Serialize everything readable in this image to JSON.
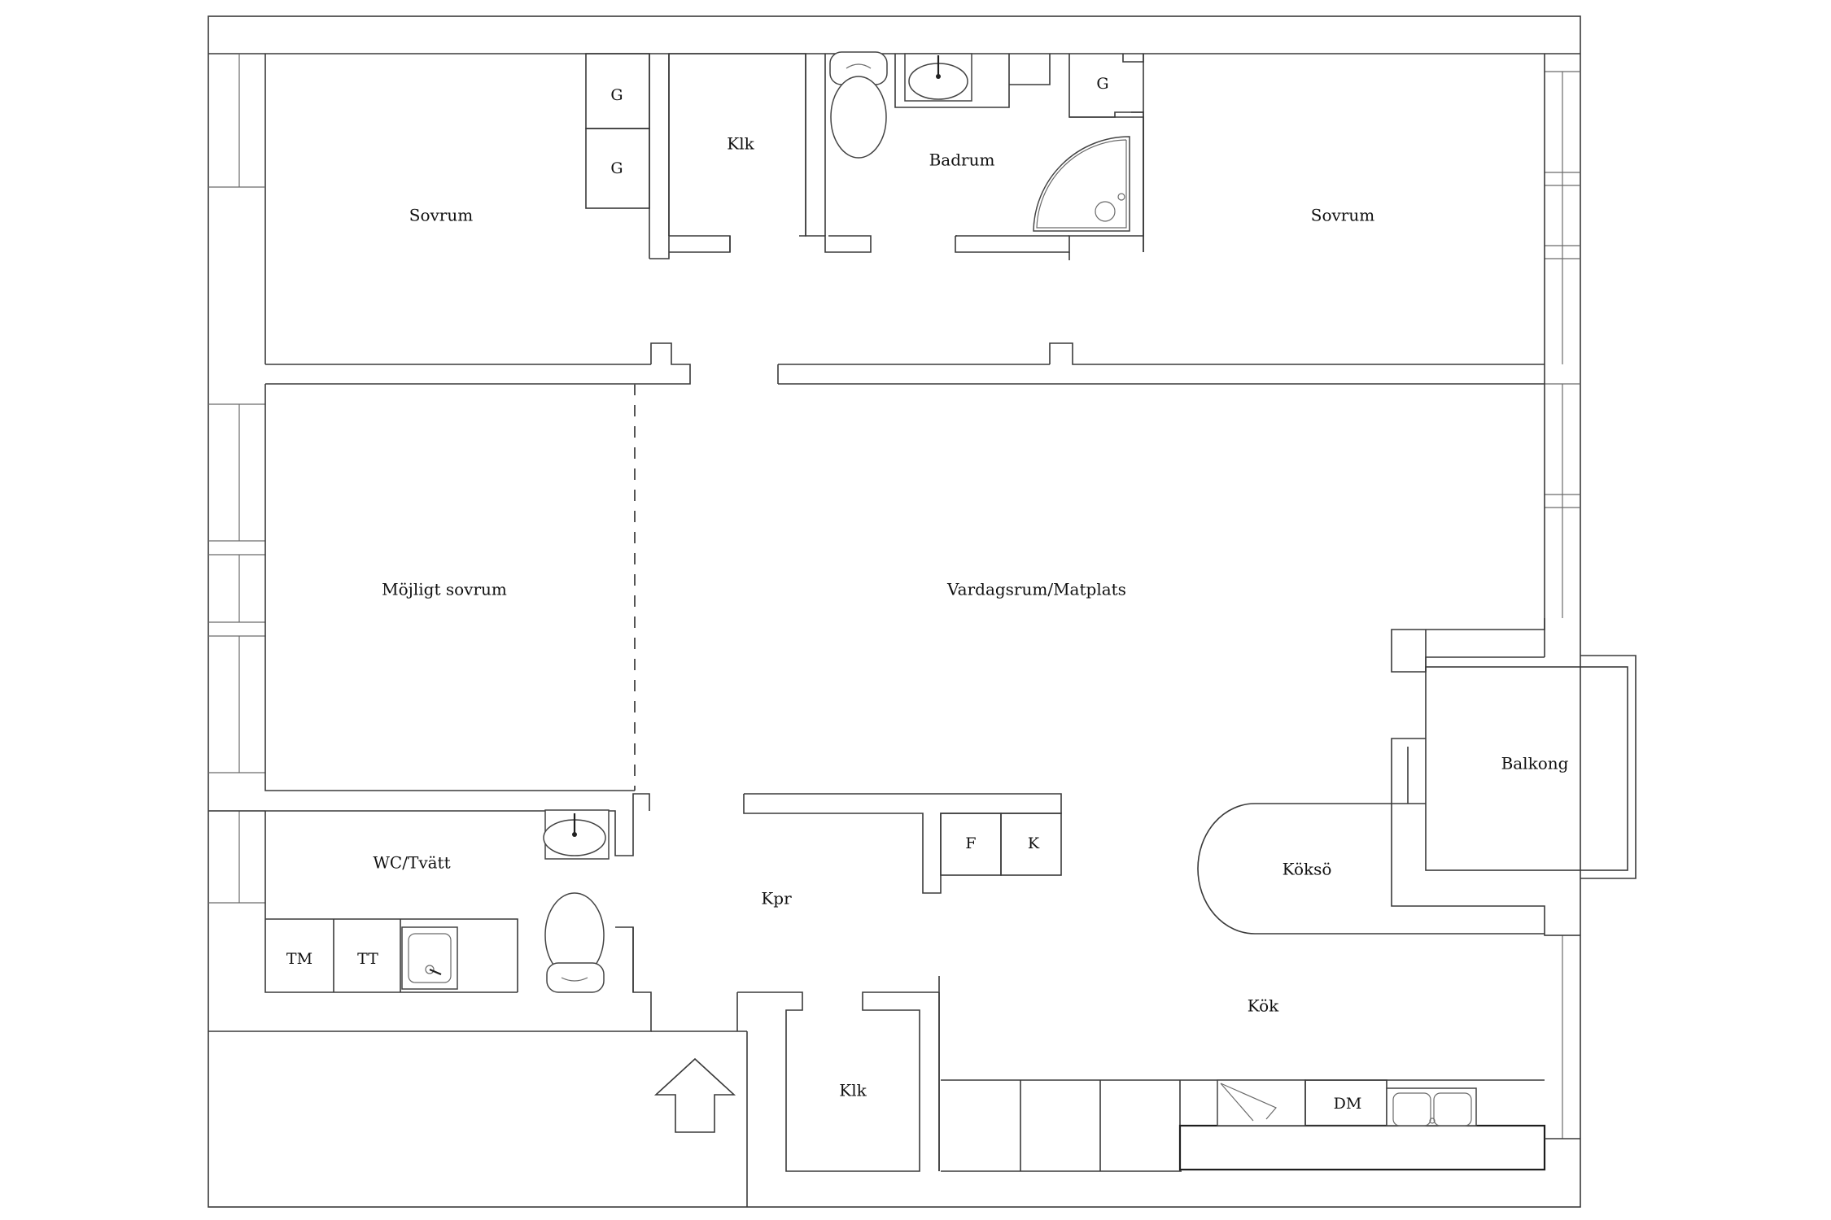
{
  "rooms": {
    "sovrum_left": "Sovrum",
    "klk_top": "Klk",
    "badrum": "Badrum",
    "sovrum_right": "Sovrum",
    "mojligt_sovrum": "Möjligt sovrum",
    "vardagsrum": "Vardagsrum/Matplats",
    "balkong": "Balkong",
    "kokso": "Köksö",
    "wc_tvatt": "WC/Tvätt",
    "kpr": "Kpr",
    "kok": "Kök",
    "klk_bottom": "Klk"
  },
  "labels": {
    "g1": "G",
    "g2": "G",
    "g3": "G",
    "freezer": "F",
    "fridge": "K",
    "dryer": "TM",
    "tumble": "TT",
    "dishwasher": "DM"
  },
  "icons": {
    "entrance": "entrance-arrow-icon"
  }
}
